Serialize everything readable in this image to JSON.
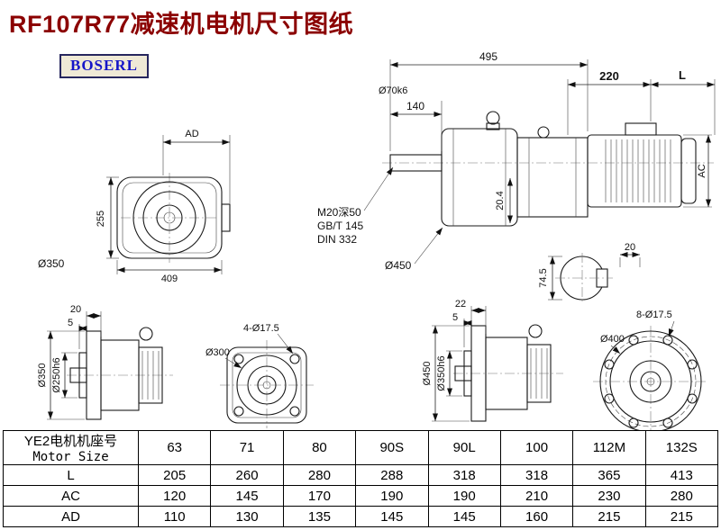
{
  "page": {
    "title": "RF107R77减速机电机尺寸图纸",
    "logo_text": "BOSERL"
  },
  "dimensions": {
    "front_view": {
      "ad_label": "AD",
      "height": "255",
      "width": "409",
      "diameter": "Ø350"
    },
    "side_view": {
      "total_length": "495",
      "shaft_length": "140",
      "shaft_diameter": "Ø70k6",
      "motor_gap": "220",
      "motor_length_label": "L",
      "motor_height_label": "AC",
      "inner_dim": "20.4",
      "tap_hole_line1": "M20深50",
      "tap_hole_line2": "GB/T 145",
      "tap_hole_line3": "DIN 332",
      "flange_diameter": "Ø450",
      "key_width": "20",
      "key_height": "74.5"
    },
    "flange_side_small": {
      "flange_thickness": "20",
      "spigot_depth": "5",
      "flange_diameter": "Ø350",
      "spigot_diameter": "Ø250h6"
    },
    "flange_front_small": {
      "bolt_holes": "4-Ø17.5",
      "dia": "Ø300"
    },
    "flange_side_large": {
      "flange_thickness": "22",
      "spigot_depth": "5",
      "flange_diameter": "Ø450",
      "spigot_diameter": "Ø350h6"
    },
    "flange_front_large": {
      "bolt_holes": "8-Ø17.5",
      "dia": "Ø400"
    }
  },
  "table": {
    "header_cn": "YE2电机机座号",
    "header_en": "Motor Size",
    "sizes": [
      "63",
      "71",
      "80",
      "90S",
      "90L",
      "100",
      "112M",
      "132S"
    ],
    "rows": [
      {
        "label": "L",
        "values": [
          "205",
          "260",
          "280",
          "288",
          "318",
          "318",
          "365",
          "413"
        ]
      },
      {
        "label": "AC",
        "values": [
          "120",
          "145",
          "170",
          "190",
          "190",
          "210",
          "230",
          "280"
        ]
      },
      {
        "label": "AD",
        "values": [
          "110",
          "130",
          "135",
          "145",
          "145",
          "160",
          "215",
          "215"
        ]
      }
    ]
  }
}
